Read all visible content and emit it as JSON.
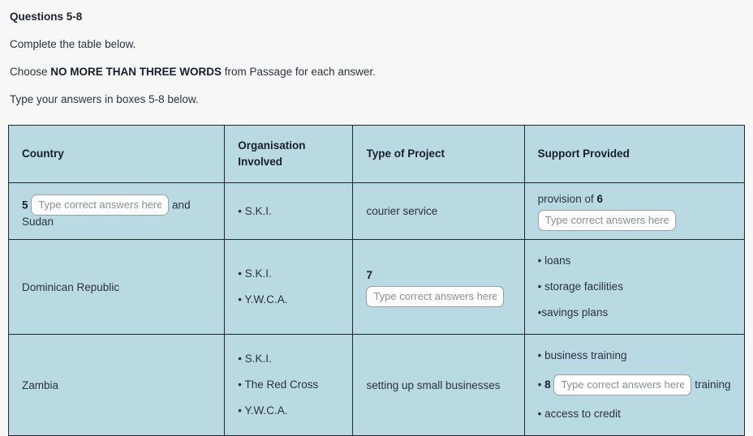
{
  "instructions": {
    "title": "Questions 5-8",
    "line1": "Complete the table below.",
    "line2_prefix": "Choose ",
    "line2_bold": "NO MORE THAN THREE WORDS",
    "line2_suffix": " from Passage for each answer.",
    "line3": "Type your answers in boxes 5-8 below."
  },
  "table": {
    "headers": {
      "country": "Country",
      "organisation": "Organisation Involved",
      "organisation_line1": "Organisation",
      "organisation_line2": "Involved",
      "type": "Type of Project",
      "support": "Support Provided"
    },
    "rows": [
      {
        "country": {
          "number": "5",
          "placeholder": "Type correct answers here.",
          "value": "",
          "after_text": " and",
          "second_line": "Sudan"
        },
        "organisation": [
          "• S.K.I."
        ],
        "type": {
          "text": "courier service"
        },
        "support": {
          "label": "provision of ",
          "number": "6",
          "placeholder": "Type correct answers here.",
          "value": ""
        }
      },
      {
        "country": {
          "text": "Dominican Republic"
        },
        "organisation": [
          "• S.K.I.",
          "• Y.W.C.A."
        ],
        "type": {
          "number": "7",
          "placeholder": "Type correct answers here.",
          "value": ""
        },
        "support_bullets": [
          "• loans",
          "• storage facilities",
          "•savings plans"
        ]
      },
      {
        "country": {
          "text": "Zambia"
        },
        "organisation": [
          "• S.K.I.",
          "• The Red Cross",
          "• Y.W.C.A."
        ],
        "type": {
          "text": "setting up small businesses"
        },
        "support_bullets_mixed": {
          "first": "• business training",
          "middle_bullet": "• ",
          "middle_number": "8",
          "middle_placeholder": "Type correct answers here.",
          "middle_value": "",
          "middle_suffix": " training",
          "last": "• access to credit"
        }
      }
    ]
  },
  "colors": {
    "table_bg": "#b9dae3",
    "page_bg": "#f7f7f7",
    "border": "#23272b",
    "text": "#2a3340",
    "placeholder": "#8a8f94"
  }
}
